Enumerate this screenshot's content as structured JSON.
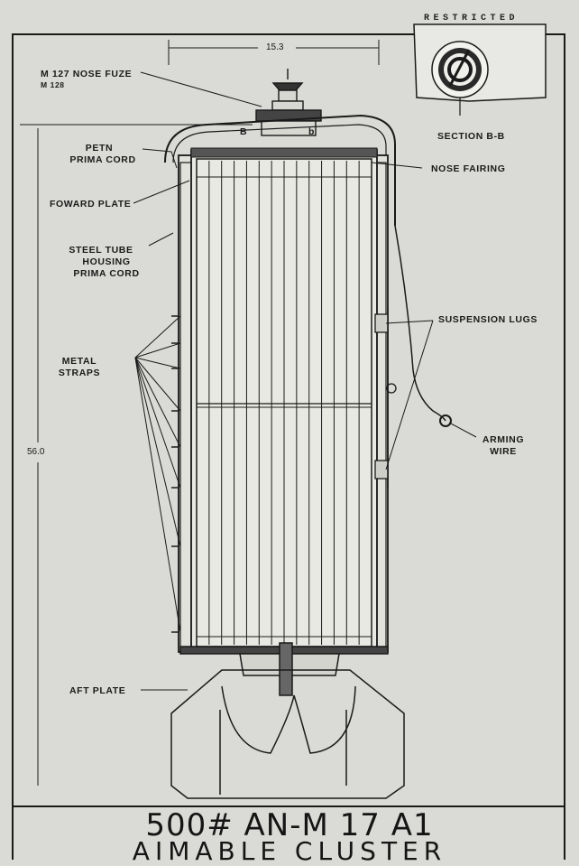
{
  "header": {
    "restricted": "RESTRICTED"
  },
  "dimensions": {
    "width": "15.3",
    "length": "56.0"
  },
  "labels": {
    "nose_fuze": "M 127 NOSE FUZE",
    "nose_fuze_alt": "M 128",
    "petn_line1": "PETN",
    "petn_line2": "PRIMA CORD",
    "forward_plate": "FOWARD PLATE",
    "steel_tube_line1": "STEEL TUBE",
    "steel_tube_line2": "HOUSING",
    "steel_tube_line3": "PRIMA CORD",
    "metal_straps_line1": "METAL",
    "metal_straps_line2": "STRAPS",
    "aft_plate": "AFT PLATE",
    "nose_fairing": "NOSE FAIRING",
    "suspension_lugs": "SUSPENSION LUGS",
    "arming_wire_line1": "ARMING",
    "arming_wire_line2": "WIRE",
    "section_title": "SECTION B-B",
    "b_left": "B",
    "b_right": "b"
  },
  "title": {
    "line1": "500# AN-M 17 A1",
    "line2": "AIMABLE CLUSTER"
  },
  "colors": {
    "paper": "#dadad6",
    "ink": "#1a1a1a"
  }
}
